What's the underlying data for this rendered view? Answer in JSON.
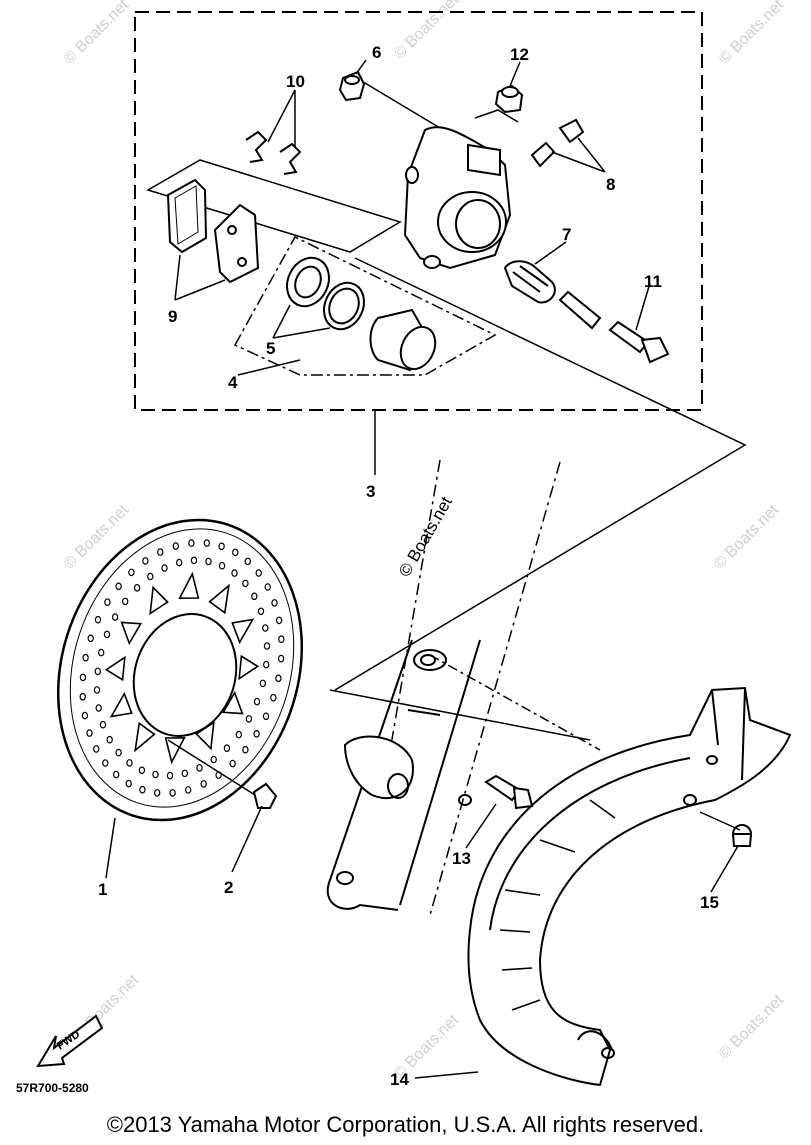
{
  "callouts": {
    "c1": "1",
    "c2": "2",
    "c3": "3",
    "c4": "4",
    "c5": "5",
    "c6": "6",
    "c7": "7",
    "c8": "8",
    "c9": "9",
    "c10": "10",
    "c11": "11",
    "c12": "12",
    "c13": "13",
    "c14": "14",
    "c15": "15"
  },
  "diagram_code": "57R700-5280",
  "fwd_label": "FWD",
  "watermark": "© Boats.net",
  "copyright": "©2013 Yamaha Motor Corporation, U.S.A. All rights reserved."
}
